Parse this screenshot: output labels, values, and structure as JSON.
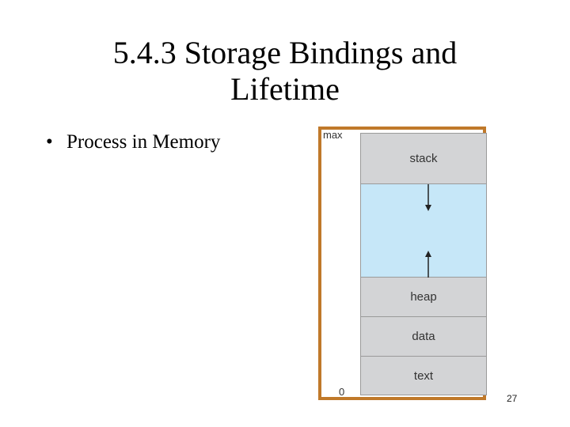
{
  "title": {
    "line1": "5.4.3 Storage Bindings and",
    "line2": "Lifetime"
  },
  "bullet": {
    "marker": "•",
    "text": "Process in Memory"
  },
  "diagram": {
    "max_label": "max",
    "zero_label": "0",
    "segments": {
      "stack": "stack",
      "heap": "heap",
      "data": "data",
      "text": "text"
    },
    "colors": {
      "frame": "#c0792a",
      "segment_fill": "#d3d4d6",
      "free_space_fill": "#c6e7f8"
    }
  },
  "page_number": "27"
}
